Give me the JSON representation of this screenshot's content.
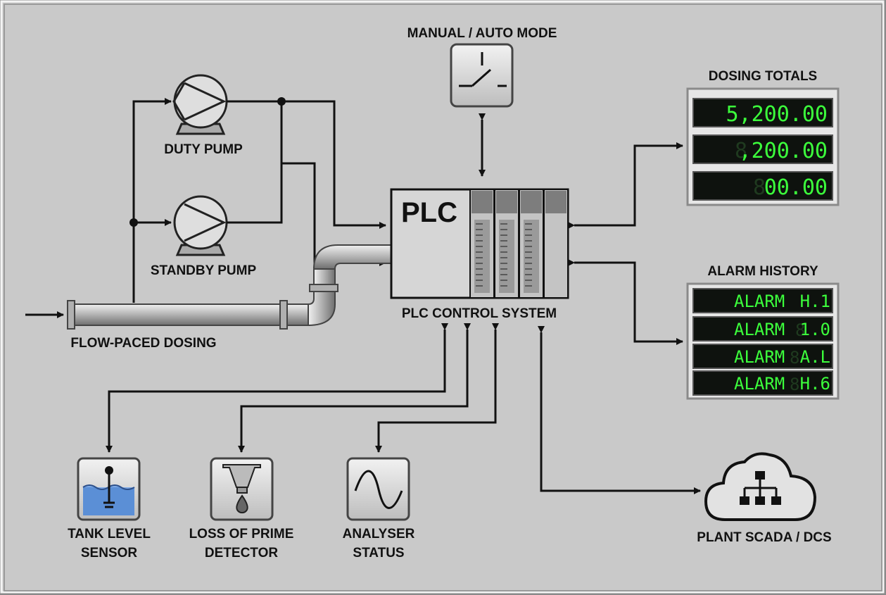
{
  "labels": {
    "manual_auto": "MANUAL / AUTO MODE",
    "dosing_totals": "DOSING TOTALS",
    "alarm_history": "ALARM HISTORY",
    "duty_pump": "DUTY PUMP",
    "standby_pump": "STANDBY PUMP",
    "flow_paced": "FLOW-PACED DOSING",
    "plc": "PLC",
    "plc_system": "PLC CONTROL SYSTEM",
    "tank_level_1": "TANK LEVEL",
    "tank_level_2": "SENSOR",
    "loss_prime_1": "LOSS OF PRIME",
    "loss_prime_2": "DETECTOR",
    "analyser_1": "ANALYSER",
    "analyser_2": "STATUS",
    "scada": "PLANT SCADA / DCS"
  },
  "dosing_totals": [
    {
      "ghost": "",
      "value": "5,200.00"
    },
    {
      "ghost": "8",
      "value": ",200.00"
    },
    {
      "ghost": "8",
      "value": "00.00"
    }
  ],
  "alarms": [
    {
      "text": "ALARM",
      "ghost": "",
      "code": "H.1"
    },
    {
      "text": "ALARM",
      "ghost": "8",
      "code": "1.0"
    },
    {
      "text": "ALARM",
      "ghost": "8",
      "code": "A.L"
    },
    {
      "text": "ALARM",
      "ghost": "8",
      "code": "H.6"
    }
  ],
  "colors": {
    "panel": "#c9c9c9",
    "display_bg": "#0e120e",
    "display_text": "#3cff3c",
    "tank_water": "#5b8fd6"
  },
  "icons": {
    "mode_switch": "switch-icon",
    "tank": "tank-level-icon",
    "prime": "nozzle-drop-icon",
    "analyser": "sine-wave-icon",
    "scada": "cloud-network-icon"
  }
}
